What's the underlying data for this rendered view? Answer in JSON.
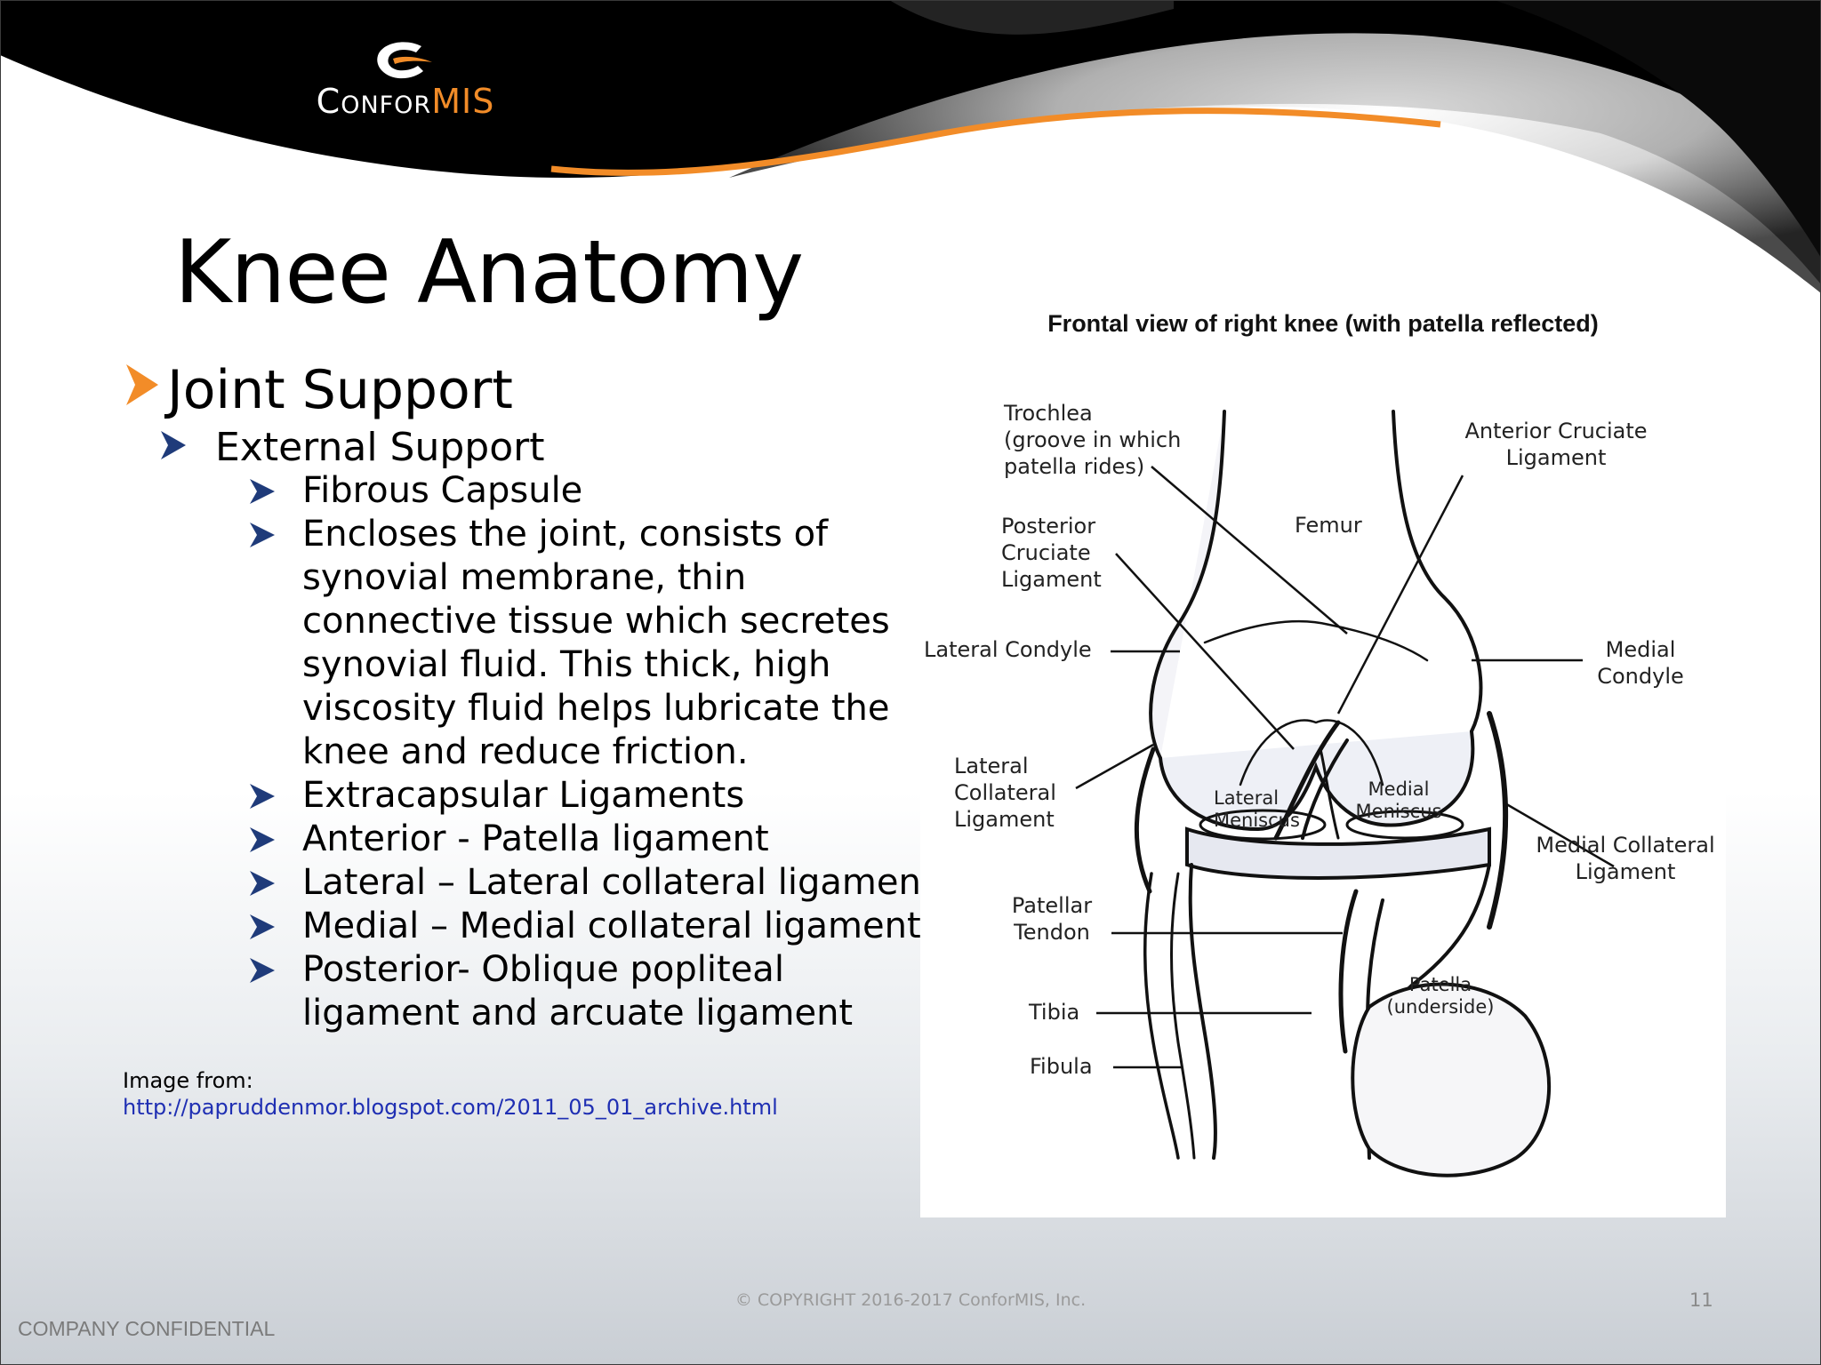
{
  "logo": {
    "text_main": "Confor",
    "text_accent": "MIS"
  },
  "slide": {
    "title": "Knee Anatomy",
    "level1": "Joint Support",
    "level2": "External Support",
    "level3": [
      "Fibrous Capsule",
      "Encloses the joint, consists of synovial membrane, thin connective tissue which secretes synovial fluid. This thick, high viscosity fluid helps lubricate the knee and reduce friction.",
      "Extracapsular Ligaments",
      "Anterior - Patella ligament",
      "Lateral – Lateral collateral ligament",
      "Medial – Medial collateral ligament",
      "Posterior- Oblique popliteal ligament and arcuate ligament"
    ],
    "source_label": "Image from:",
    "source_url": "http://papruddenmor.blogspot.com/2011_05_01_archive.html"
  },
  "figure": {
    "title": "Frontal view of right knee (with patella reflected)",
    "labels": {
      "trochlea": "Trochlea\n(groove in which\npatella rides)",
      "acl": "Anterior Cruciate\nLigament",
      "pcl": "Posterior\nCruciate\nLigament",
      "femur": "Femur",
      "lateral_condyle": "Lateral Condyle",
      "medial_condyle": "Medial\nCondyle",
      "lcl": "Lateral\nCollateral\nLigament",
      "lateral_meniscus": "Lateral\nMeniscus",
      "medial_meniscus": "Medial\nMeniscus",
      "mcl": "Medial Collateral\nLigament",
      "patellar_tendon": "Patellar\nTendon",
      "patella": "Patella\n(underside)",
      "tibia": "Tibia",
      "fibula": "Fibula"
    }
  },
  "footer": {
    "copyright": "© COPYRIGHT 2016-2017 ConforMIS, Inc.",
    "page_number": "11",
    "confidential": "COMPANY CONFIDENTIAL"
  },
  "colors": {
    "accent_orange": "#f28c28",
    "bullet_blue": "#1f3b7a",
    "link_blue": "#1f2fb3"
  }
}
